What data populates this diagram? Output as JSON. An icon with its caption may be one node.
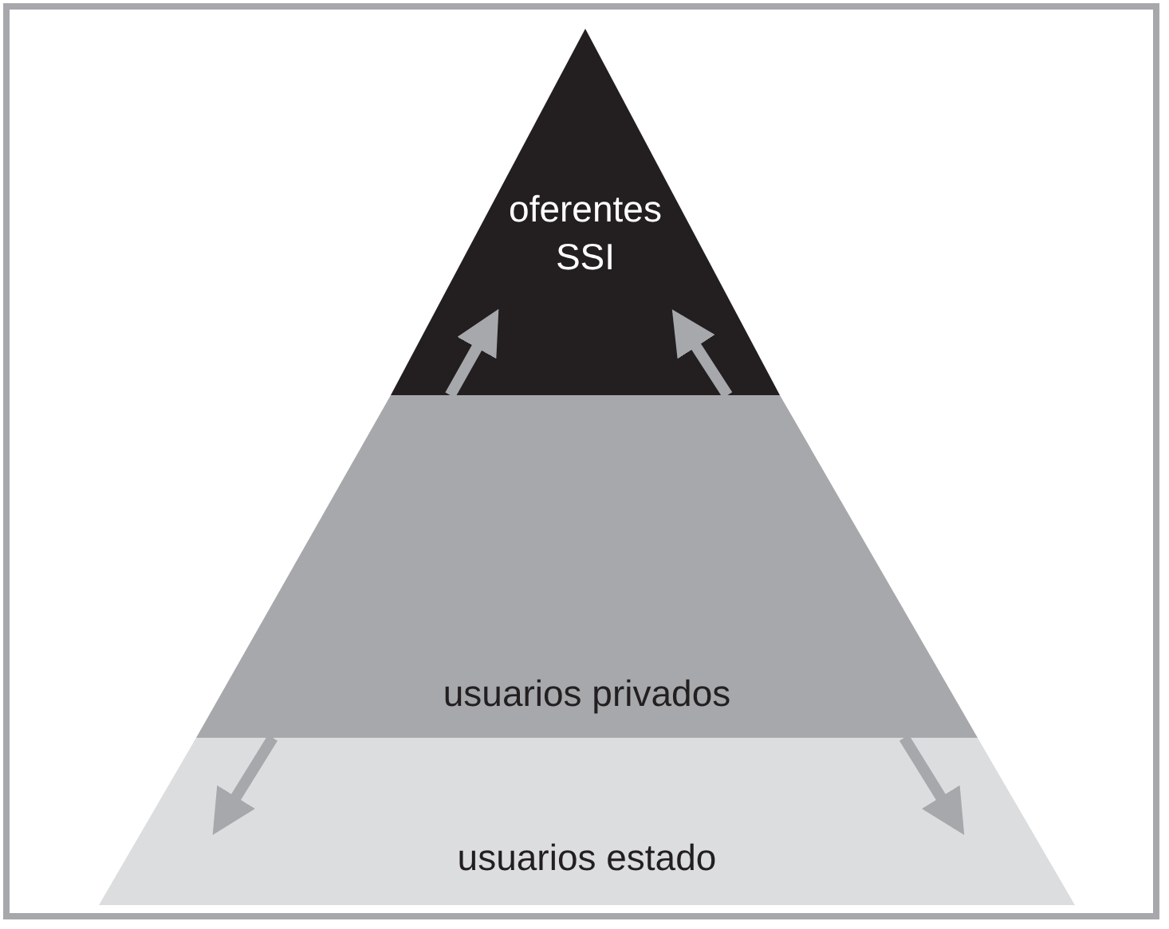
{
  "diagram": {
    "nodes": [
      {
        "text": [
          "oferentes SSI"
        ]
      },
      {
        "text": [
          "usuarios privados"
        ]
      },
      {
        "text": [
          "usuarios estado"
        ]
      }
    ],
    "edges": [
      {
        "from": 1,
        "to": 0,
        "arrow": "to"
      },
      {
        "from": 1,
        "to": 0,
        "arrow": "to"
      },
      {
        "from": 1,
        "to": 2,
        "arrow": "to"
      },
      {
        "from": 1,
        "to": 2,
        "arrow": "to"
      }
    ]
  }
}
